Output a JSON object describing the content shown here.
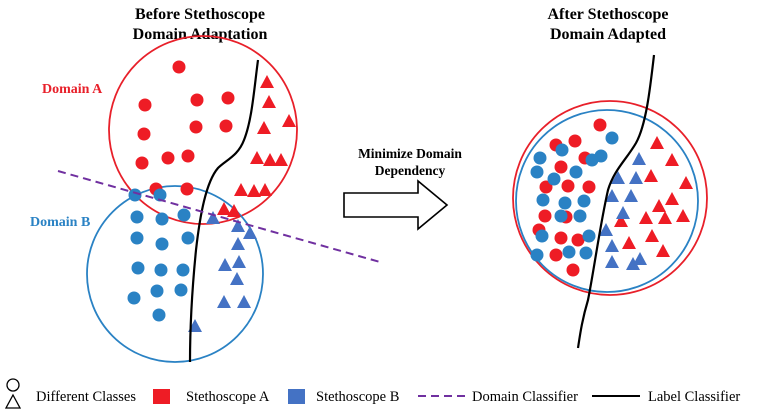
{
  "titles": {
    "before_line1": "Before Stethoscope",
    "before_line2": "Domain Adaptation",
    "after_line1": "After Stethoscope",
    "after_line2": "Domain Adapted"
  },
  "labels": {
    "domain_a": "Domain A",
    "domain_b": "Domain B",
    "arrow_line1": "Minimize Domain",
    "arrow_line2": "Dependency"
  },
  "legend": {
    "classes": "Different Classes",
    "stethoscope_a": "Stethoscope A",
    "stethoscope_b": "Stethoscope B",
    "domain_classifier": "Domain Classifier",
    "label_classifier": "Label Classifier"
  },
  "colors": {
    "domain_a": "#e8202a",
    "domain_b": "#2a82c4",
    "marker_a": "#ee1c25",
    "marker_b": "#4472c4",
    "domain_classifier": "#7030a0",
    "label_classifier": "#000000"
  },
  "icons": {
    "circle_marker": "circle-marker-icon",
    "triangle_marker": "triangle-marker-icon",
    "arrow": "right-arrow-icon"
  }
}
